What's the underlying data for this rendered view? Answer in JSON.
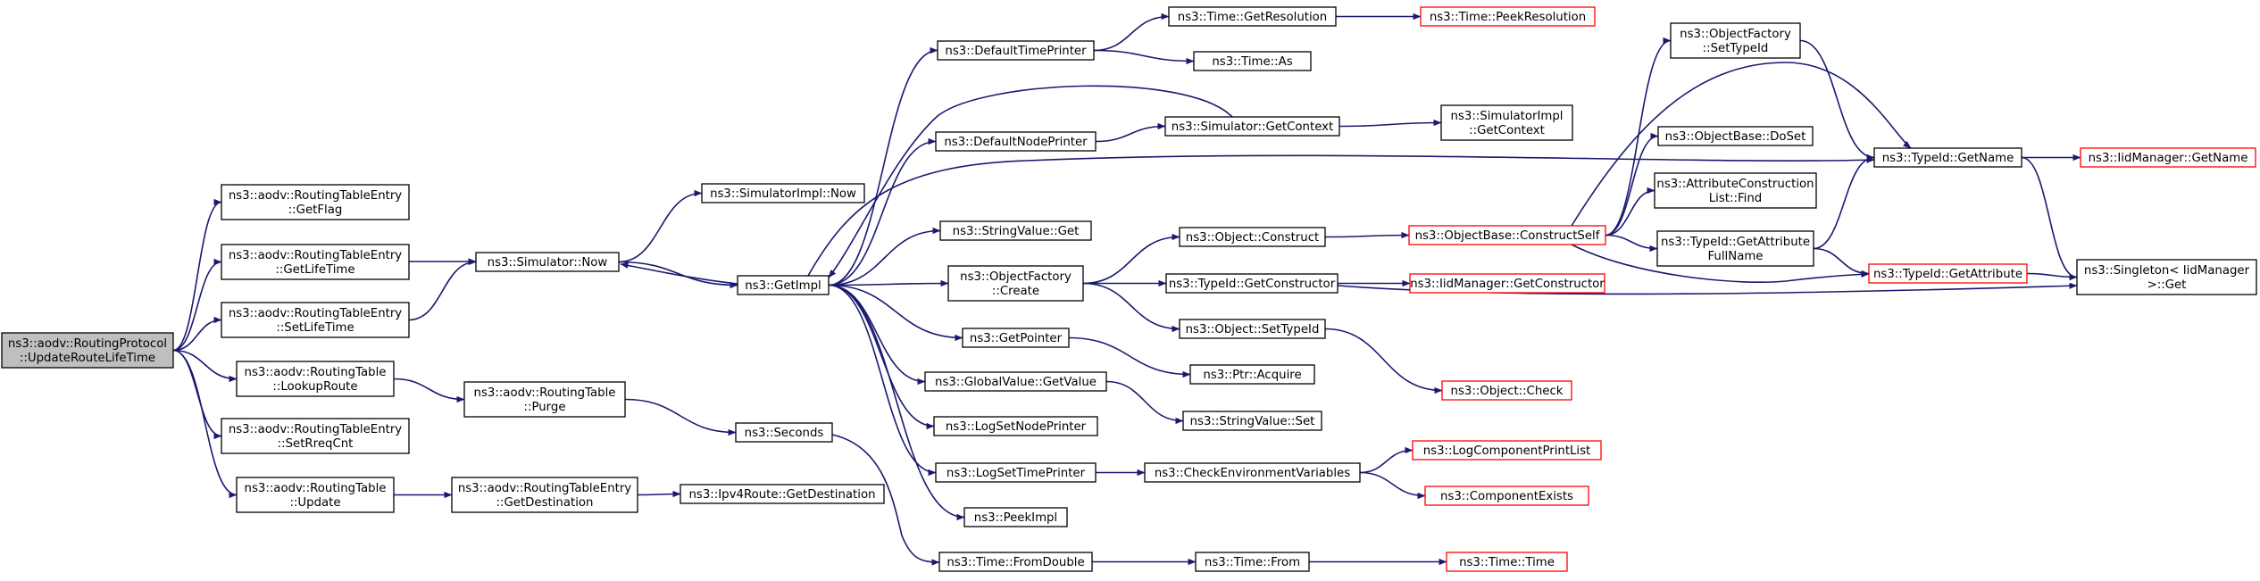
{
  "nodes": [
    {
      "id": "root",
      "lines": [
        "ns3::aodv::RoutingProtocol",
        "::UpdateRouteLifeTime"
      ],
      "style": "root"
    },
    {
      "id": "rte_getflag",
      "lines": [
        "ns3::aodv::RoutingTableEntry",
        "::GetFlag"
      ],
      "style": "normal"
    },
    {
      "id": "rte_getlifetime",
      "lines": [
        "ns3::aodv::RoutingTableEntry",
        "::GetLifeTime"
      ],
      "style": "normal"
    },
    {
      "id": "rte_setlifetime",
      "lines": [
        "ns3::aodv::RoutingTableEntry",
        "::SetLifeTime"
      ],
      "style": "normal"
    },
    {
      "id": "rt_lookuproute",
      "lines": [
        "ns3::aodv::RoutingTable",
        "::LookupRoute"
      ],
      "style": "normal"
    },
    {
      "id": "rte_setreqcnt",
      "lines": [
        "ns3::aodv::RoutingTableEntry",
        "::SetRreqCnt"
      ],
      "style": "normal"
    },
    {
      "id": "rt_update",
      "lines": [
        "ns3::aodv::RoutingTable",
        "::Update"
      ],
      "style": "normal"
    },
    {
      "id": "sim_now",
      "lines": [
        "ns3::Simulator::Now"
      ],
      "style": "normal"
    },
    {
      "id": "rt_purge",
      "lines": [
        "ns3::aodv::RoutingTable",
        "::Purge"
      ],
      "style": "normal"
    },
    {
      "id": "rte_getdest",
      "lines": [
        "ns3::aodv::RoutingTableEntry",
        "::GetDestination"
      ],
      "style": "normal"
    },
    {
      "id": "simimpl_now",
      "lines": [
        "ns3::SimulatorImpl::Now"
      ],
      "style": "normal"
    },
    {
      "id": "getimpl",
      "lines": [
        "ns3::GetImpl"
      ],
      "style": "normal"
    },
    {
      "id": "seconds",
      "lines": [
        "ns3::Seconds"
      ],
      "style": "normal"
    },
    {
      "id": "ipv4_getdest",
      "lines": [
        "ns3::Ipv4Route::GetDestination"
      ],
      "style": "normal"
    },
    {
      "id": "default_time_printer",
      "lines": [
        "ns3::DefaultTimePrinter"
      ],
      "style": "normal"
    },
    {
      "id": "default_node_printer",
      "lines": [
        "ns3::DefaultNodePrinter"
      ],
      "style": "normal"
    },
    {
      "id": "stringvalue_get",
      "lines": [
        "ns3::StringValue::Get"
      ],
      "style": "normal"
    },
    {
      "id": "objfactory_create",
      "lines": [
        "ns3::ObjectFactory",
        "::Create"
      ],
      "style": "normal"
    },
    {
      "id": "getpointer",
      "lines": [
        "ns3::GetPointer"
      ],
      "style": "normal"
    },
    {
      "id": "globalvalue_getvalue",
      "lines": [
        "ns3::GlobalValue::GetValue"
      ],
      "style": "normal"
    },
    {
      "id": "logsetnodeprinter",
      "lines": [
        "ns3::LogSetNodePrinter"
      ],
      "style": "normal"
    },
    {
      "id": "logsettimeprinter",
      "lines": [
        "ns3::LogSetTimePrinter"
      ],
      "style": "normal"
    },
    {
      "id": "peekimpl",
      "lines": [
        "ns3::PeekImpl"
      ],
      "style": "normal"
    },
    {
      "id": "time_fromdouble",
      "lines": [
        "ns3::Time::FromDouble"
      ],
      "style": "normal"
    },
    {
      "id": "time_getresolution",
      "lines": [
        "ns3::Time::GetResolution"
      ],
      "style": "normal"
    },
    {
      "id": "time_as",
      "lines": [
        "ns3::Time::As"
      ],
      "style": "normal"
    },
    {
      "id": "sim_getcontext",
      "lines": [
        "ns3::Simulator::GetContext"
      ],
      "style": "normal"
    },
    {
      "id": "object_construct",
      "lines": [
        "ns3::Object::Construct"
      ],
      "style": "normal"
    },
    {
      "id": "typeid_getconstructor",
      "lines": [
        "ns3::TypeId::GetConstructor"
      ],
      "style": "normal"
    },
    {
      "id": "object_settypeid",
      "lines": [
        "ns3::Object::SetTypeId"
      ],
      "style": "normal"
    },
    {
      "id": "ptr_acquire",
      "lines": [
        "ns3::Ptr::Acquire"
      ],
      "style": "normal"
    },
    {
      "id": "stringvalue_set",
      "lines": [
        "ns3::StringValue::Set"
      ],
      "style": "normal"
    },
    {
      "id": "checkenvvars",
      "lines": [
        "ns3::CheckEnvironmentVariables"
      ],
      "style": "normal"
    },
    {
      "id": "time_from",
      "lines": [
        "ns3::Time::From"
      ],
      "style": "normal"
    },
    {
      "id": "time_peekresolution",
      "lines": [
        "ns3::Time::PeekResolution"
      ],
      "style": "red"
    },
    {
      "id": "simimpl_getcontext",
      "lines": [
        "ns3::SimulatorImpl",
        "::GetContext"
      ],
      "style": "normal"
    },
    {
      "id": "objbase_constructself",
      "lines": [
        "ns3::ObjectBase::ConstructSelf"
      ],
      "style": "red"
    },
    {
      "id": "iidmgr_getconstructor",
      "lines": [
        "ns3::IidManager::GetConstructor"
      ],
      "style": "red"
    },
    {
      "id": "object_check",
      "lines": [
        "ns3::Object::Check"
      ],
      "style": "red"
    },
    {
      "id": "logcomponentprintlist",
      "lines": [
        "ns3::LogComponentPrintList"
      ],
      "style": "red"
    },
    {
      "id": "componentexists",
      "lines": [
        "ns3::ComponentExists"
      ],
      "style": "red"
    },
    {
      "id": "time_time",
      "lines": [
        "ns3::Time::Time"
      ],
      "style": "red"
    },
    {
      "id": "objfactory_settypeid",
      "lines": [
        "ns3::ObjectFactory",
        "::SetTypeId"
      ],
      "style": "normal"
    },
    {
      "id": "objbase_doset",
      "lines": [
        "ns3::ObjectBase::DoSet"
      ],
      "style": "normal"
    },
    {
      "id": "attrconstrlist_find",
      "lines": [
        "ns3::AttributeConstruction",
        "List::Find"
      ],
      "style": "normal"
    },
    {
      "id": "typeid_getattrfullname",
      "lines": [
        "ns3::TypeId::GetAttribute",
        "FullName"
      ],
      "style": "normal"
    },
    {
      "id": "typeid_getname",
      "lines": [
        "ns3::TypeId::GetName"
      ],
      "style": "normal"
    },
    {
      "id": "typeid_getattribute",
      "lines": [
        "ns3::TypeId::GetAttribute"
      ],
      "style": "red"
    },
    {
      "id": "iidmgr_getname",
      "lines": [
        "ns3::IidManager::GetName"
      ],
      "style": "red"
    },
    {
      "id": "singleton_get",
      "lines": [
        "ns3::Singleton< IidManager",
        ">::Get"
      ],
      "style": "normal"
    }
  ],
  "edges": [
    [
      "root",
      "rte_getflag"
    ],
    [
      "root",
      "rte_getlifetime"
    ],
    [
      "root",
      "rte_setlifetime"
    ],
    [
      "root",
      "rt_lookuproute"
    ],
    [
      "root",
      "rte_setreqcnt"
    ],
    [
      "root",
      "rt_update"
    ],
    [
      "rte_getlifetime",
      "sim_now"
    ],
    [
      "rte_setlifetime",
      "sim_now"
    ],
    [
      "rt_lookuproute",
      "rt_purge"
    ],
    [
      "rt_update",
      "rte_getdest"
    ],
    [
      "sim_now",
      "simimpl_now"
    ],
    [
      "sim_now",
      "getimpl"
    ],
    [
      "rt_purge",
      "seconds"
    ],
    [
      "rte_getdest",
      "ipv4_getdest"
    ],
    [
      "getimpl",
      "sim_now"
    ],
    [
      "getimpl",
      "default_time_printer"
    ],
    [
      "getimpl",
      "default_node_printer"
    ],
    [
      "getimpl",
      "stringvalue_get"
    ],
    [
      "getimpl",
      "objfactory_create"
    ],
    [
      "getimpl",
      "getpointer"
    ],
    [
      "getimpl",
      "globalvalue_getvalue"
    ],
    [
      "getimpl",
      "logsetnodeprinter"
    ],
    [
      "getimpl",
      "logsettimeprinter"
    ],
    [
      "getimpl",
      "peekimpl"
    ],
    [
      "getimpl",
      "typeid_getname"
    ],
    [
      "seconds",
      "time_fromdouble"
    ],
    [
      "default_time_printer",
      "time_getresolution"
    ],
    [
      "default_time_printer",
      "time_as"
    ],
    [
      "default_node_printer",
      "sim_getcontext"
    ],
    [
      "sim_getcontext",
      "getimpl"
    ],
    [
      "sim_getcontext",
      "simimpl_getcontext"
    ],
    [
      "time_getresolution",
      "time_peekresolution"
    ],
    [
      "objfactory_create",
      "object_construct"
    ],
    [
      "objfactory_create",
      "typeid_getconstructor"
    ],
    [
      "objfactory_create",
      "object_settypeid"
    ],
    [
      "object_construct",
      "objbase_constructself"
    ],
    [
      "typeid_getconstructor",
      "iidmgr_getconstructor"
    ],
    [
      "typeid_getconstructor",
      "singleton_get"
    ],
    [
      "object_settypeid",
      "object_check"
    ],
    [
      "getpointer",
      "ptr_acquire"
    ],
    [
      "globalvalue_getvalue",
      "stringvalue_set"
    ],
    [
      "logsettimeprinter",
      "checkenvvars"
    ],
    [
      "checkenvvars",
      "logcomponentprintlist"
    ],
    [
      "checkenvvars",
      "componentexists"
    ],
    [
      "time_fromdouble",
      "time_from"
    ],
    [
      "time_from",
      "time_time"
    ],
    [
      "objbase_constructself",
      "objfactory_settypeid"
    ],
    [
      "objbase_constructself",
      "objbase_doset"
    ],
    [
      "objbase_constructself",
      "attrconstrlist_find"
    ],
    [
      "objbase_constructself",
      "typeid_getattrfullname"
    ],
    [
      "objbase_constructself",
      "typeid_getname"
    ],
    [
      "objbase_constructself",
      "typeid_getattribute"
    ],
    [
      "objfactory_settypeid",
      "typeid_getname"
    ],
    [
      "typeid_getattrfullname",
      "typeid_getname"
    ],
    [
      "typeid_getattrfullname",
      "typeid_getattribute"
    ],
    [
      "typeid_getname",
      "iidmgr_getname"
    ],
    [
      "typeid_getname",
      "singleton_get"
    ],
    [
      "typeid_getattribute",
      "singleton_get"
    ]
  ]
}
